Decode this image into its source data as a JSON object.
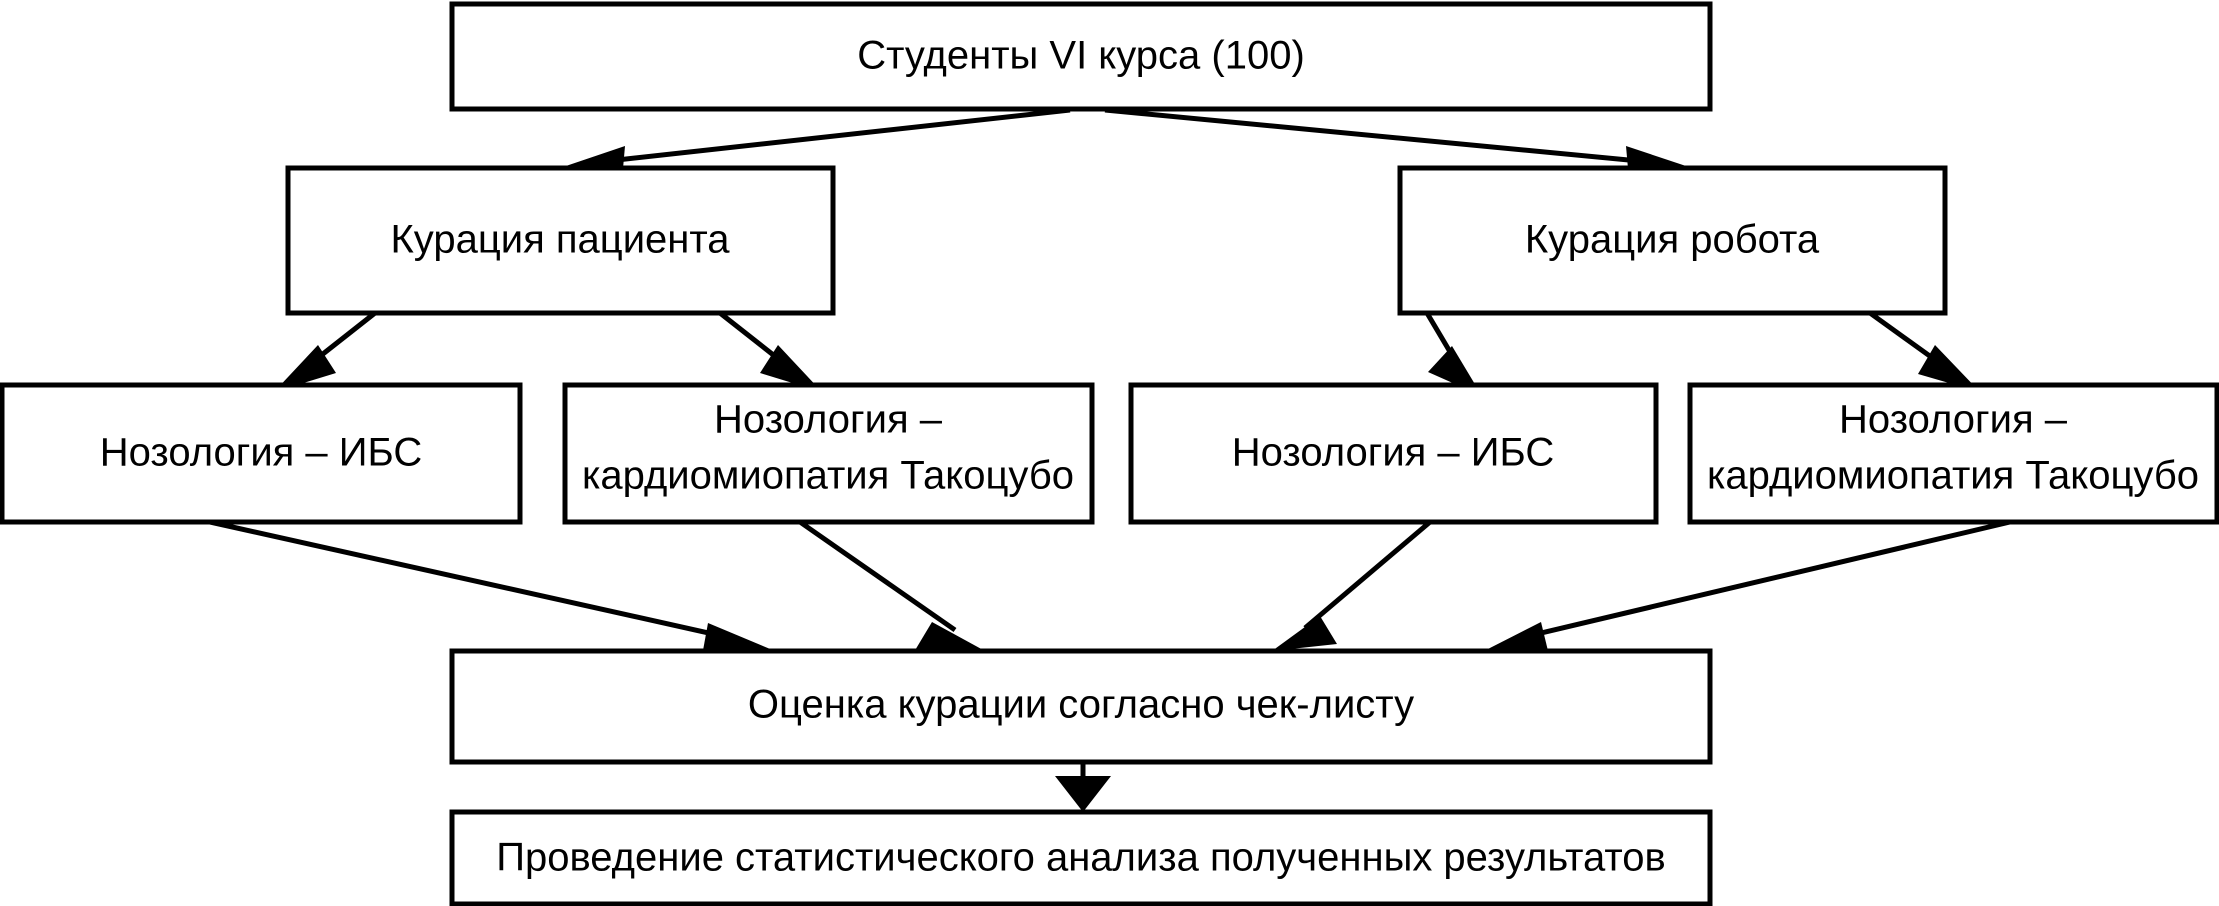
{
  "diagram": {
    "title_text": "",
    "background_color": "#ffffff",
    "line_color": "#000000",
    "box_fill_color": "#ffffff",
    "nodes": [
      {
        "id": "students",
        "label": "Студенты VI курса (100)",
        "lines": [
          "Студенты VI курса (100)"
        ]
      },
      {
        "id": "curation-patient",
        "label": "Курация пациента",
        "lines": [
          "Курация пациента"
        ]
      },
      {
        "id": "curation-robot",
        "label": "Курация робота",
        "lines": [
          "Курация робота"
        ]
      },
      {
        "id": "nosology-ibs-left",
        "label": "Нозология – ИБС",
        "lines": [
          "Нозология – ИБС"
        ]
      },
      {
        "id": "nosology-takotsubo-left",
        "label": "Нозология – кардиомиопатия Такоцубо",
        "lines": [
          "Нозология –",
          "кардиомиопатия Такоцубо"
        ]
      },
      {
        "id": "nosology-ibs-right",
        "label": "Нозология – ИБС",
        "lines": [
          "Нозология – ИБС"
        ]
      },
      {
        "id": "nosology-takotsubo-right",
        "label": "Нозология – кардиомиопатия Такоцубо",
        "lines": [
          "Нозология –",
          "кардиомиопатия Такоцубо"
        ]
      },
      {
        "id": "checklist-evaluation",
        "label": "Оценка курации согласно чек-листу",
        "lines": [
          "Оценка курации согласно чек-листу"
        ]
      },
      {
        "id": "statistical-analysis",
        "label": "Проведение статистического анализа полученных результатов",
        "lines": [
          "Проведение статистического анализа полученных результатов"
        ]
      }
    ],
    "edges": [
      {
        "from": "students",
        "to": "curation-patient"
      },
      {
        "from": "students",
        "to": "curation-robot"
      },
      {
        "from": "curation-patient",
        "to": "nosology-ibs-left"
      },
      {
        "from": "curation-patient",
        "to": "nosology-takotsubo-left"
      },
      {
        "from": "curation-robot",
        "to": "nosology-ibs-right"
      },
      {
        "from": "curation-robot",
        "to": "nosology-takotsubo-right"
      },
      {
        "from": "nosology-ibs-left",
        "to": "checklist-evaluation"
      },
      {
        "from": "nosology-takotsubo-left",
        "to": "checklist-evaluation"
      },
      {
        "from": "nosology-ibs-right",
        "to": "checklist-evaluation"
      },
      {
        "from": "nosology-takotsubo-right",
        "to": "checklist-evaluation"
      },
      {
        "from": "checklist-evaluation",
        "to": "statistical-analysis"
      }
    ]
  }
}
